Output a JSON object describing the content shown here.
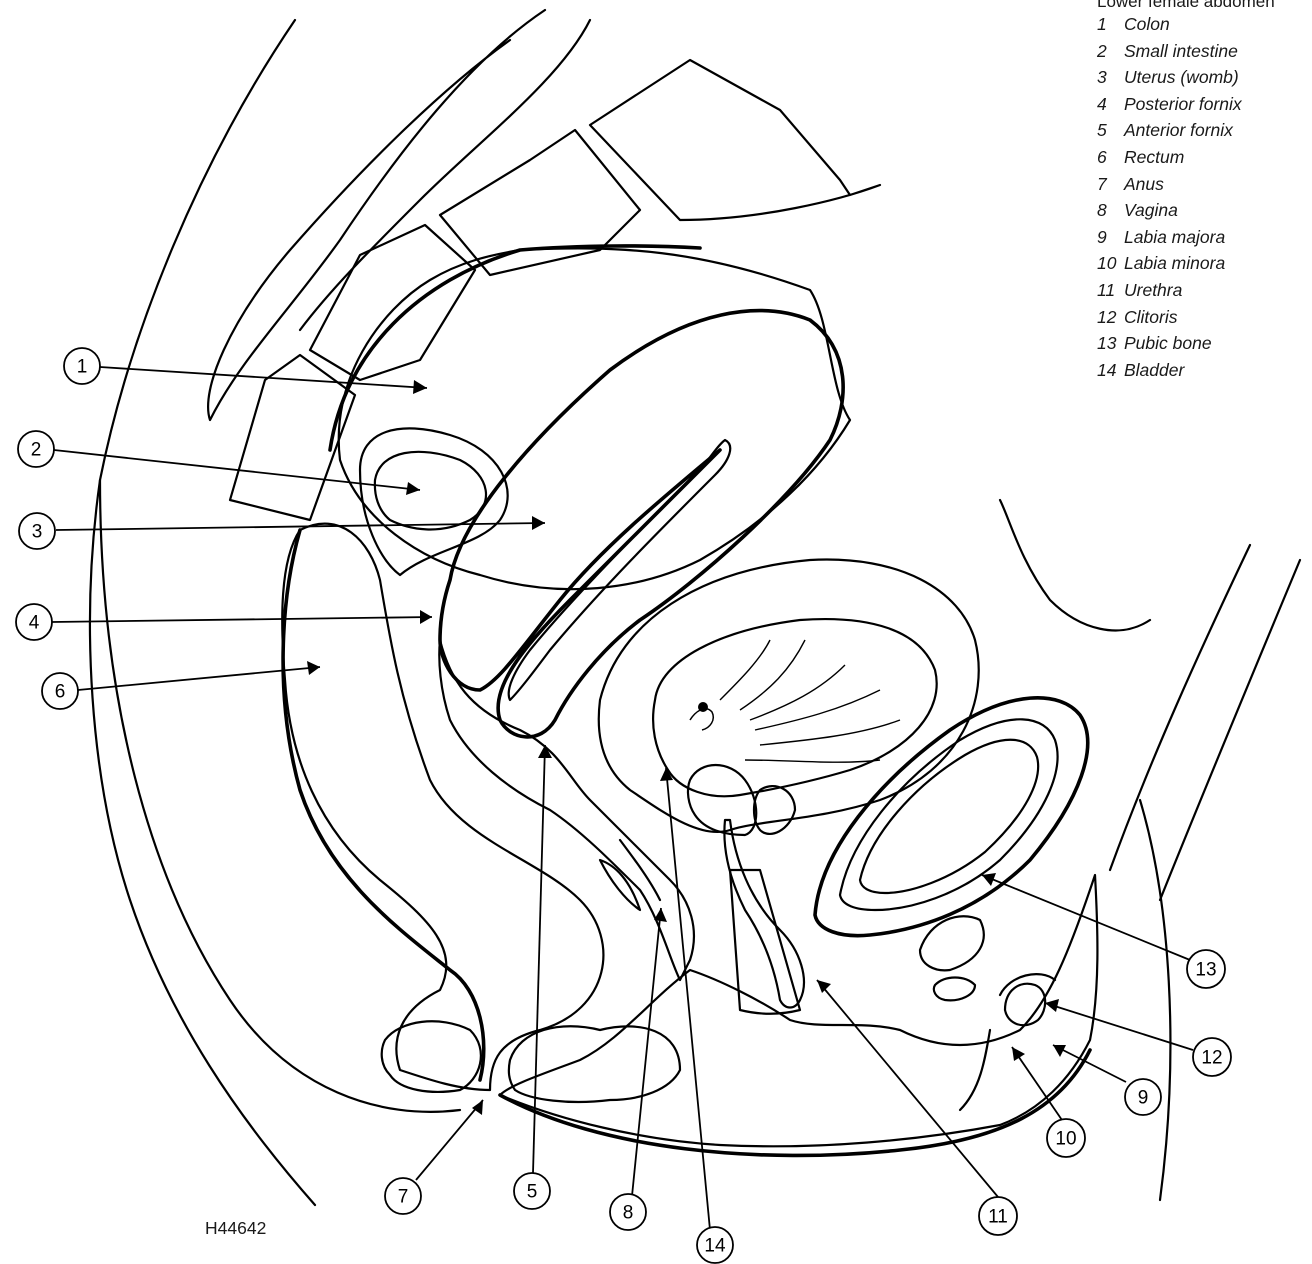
{
  "legend": {
    "title": "Lower female abdomen",
    "items": [
      {
        "num": "1",
        "label": "Colon"
      },
      {
        "num": "2",
        "label": "Small intestine"
      },
      {
        "num": "3",
        "label": "Uterus (womb)"
      },
      {
        "num": "4",
        "label": "Posterior fornix"
      },
      {
        "num": "5",
        "label": "Anterior fornix"
      },
      {
        "num": "6",
        "label": "Rectum"
      },
      {
        "num": "7",
        "label": "Anus"
      },
      {
        "num": "8",
        "label": "Vagina"
      },
      {
        "num": "9",
        "label": "Labia majora"
      },
      {
        "num": "10",
        "label": "Labia minora"
      },
      {
        "num": "11",
        "label": "Urethra"
      },
      {
        "num": "12",
        "label": "Clitoris"
      },
      {
        "num": "13",
        "label": "Pubic bone"
      },
      {
        "num": "14",
        "label": "Bladder"
      }
    ]
  },
  "figure_id": "H44642",
  "callouts": [
    "1",
    "2",
    "3",
    "4",
    "5",
    "6",
    "7",
    "8",
    "9",
    "10",
    "11",
    "12",
    "13",
    "14"
  ],
  "colors": {
    "light_gray": "#e6e6e6",
    "mid_gray": "#c4c4c4",
    "dark_gray": "#a6a6a6",
    "outline": "#000000",
    "background": "#ffffff"
  }
}
